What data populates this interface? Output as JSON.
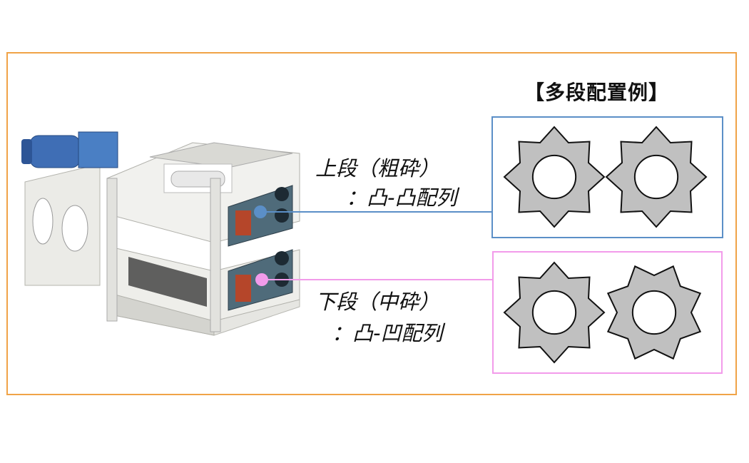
{
  "title": "【多段配置例】",
  "upper": {
    "label_line1": "上段（粗砕）",
    "label_line2": "：凸-凸配列",
    "color": "#5b8fc7"
  },
  "lower": {
    "label_line1": "下段（中砕）",
    "label_line2": "：凸-凹配列",
    "color": "#f29bea"
  },
  "frame_color": "#f0a347",
  "gear_fill": "#c0c0c0"
}
